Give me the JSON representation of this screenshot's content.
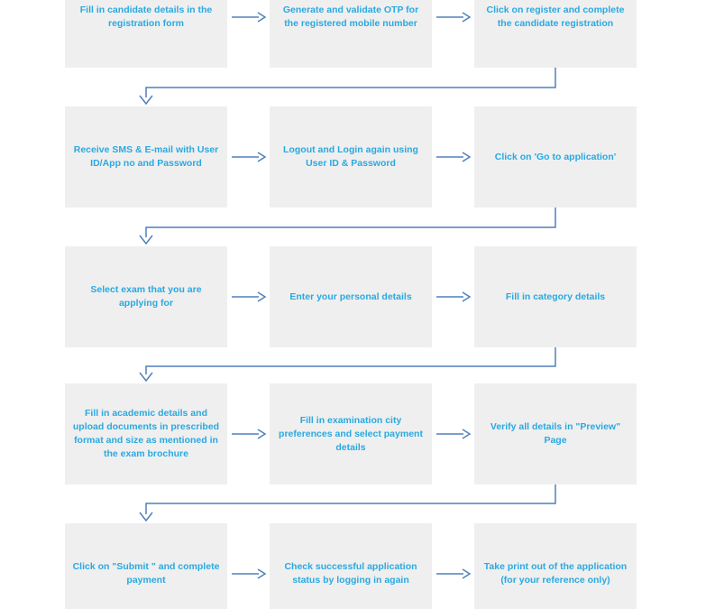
{
  "colors": {
    "page_background": "#ffffff",
    "box_background": "#efefef",
    "step_text": "#29a9e1",
    "arrow": "#4f81bd"
  },
  "icons": {
    "step_arrow": "arrow-right-icon",
    "row_connector": "elbow-arrow-down-icon"
  },
  "flowchart": {
    "rows": [
      {
        "steps": [
          "Fill in candidate details in the registration form",
          "Generate and validate OTP for the registered mobile number",
          "Click on register and complete the candidate registration"
        ]
      },
      {
        "steps": [
          "Receive SMS & E-mail with User ID/App no and Password",
          "Logout and Login again using User ID & Password",
          "Click on 'Go to application'"
        ]
      },
      {
        "steps": [
          "Select exam that you are applying for",
          "Enter your personal details",
          "Fill in category details"
        ]
      },
      {
        "steps": [
          "Fill in academic details and upload documents in prescribed format and size as mentioned in the exam brochure",
          "Fill in examination city preferences and select payment details",
          "Verify all details in \"Preview\" Page"
        ]
      },
      {
        "steps": [
          "Click on \"Submit \" and complete payment",
          "Check successful application status by logging in again",
          "Take print out of the application (for your reference only)"
        ]
      }
    ]
  }
}
